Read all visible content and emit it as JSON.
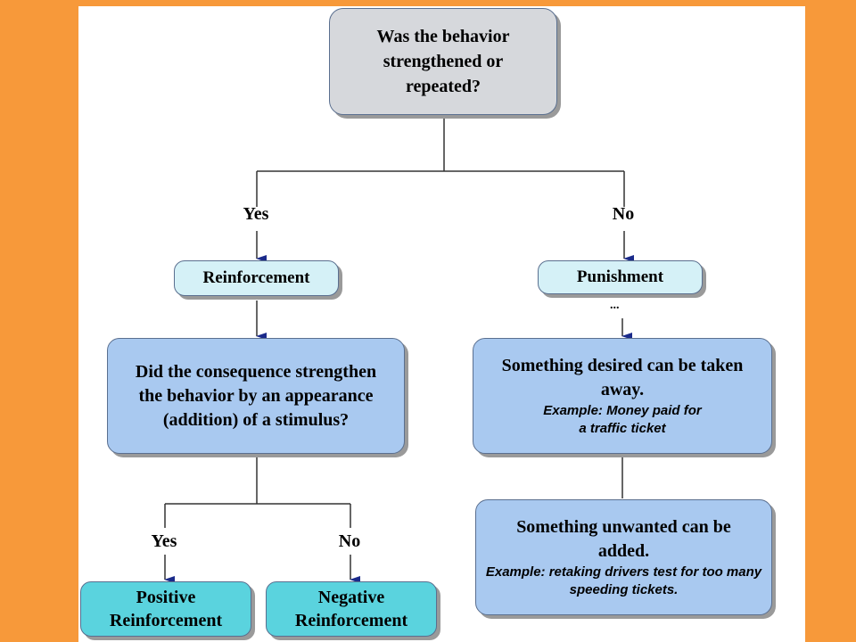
{
  "diagram": {
    "root": {
      "text": "Was the behavior strengthened or repeated?"
    },
    "yes_label": "Yes",
    "no_label": "No",
    "reinforcement": {
      "text": "Reinforcement"
    },
    "punishment": {
      "text": "Punishment"
    },
    "question": {
      "text": "Did the consequence strengthen the behavior by an appearance (addition) of a stimulus?"
    },
    "desired": {
      "title": "Something desired can be taken away.",
      "example": "Example: Money paid for a traffic ticket"
    },
    "unwanted": {
      "title": "Something unwanted can be added.",
      "example": "Example: retaking drivers test for too many speeding tickets."
    },
    "yes_label_2": "Yes",
    "no_label_2": "No",
    "positive": {
      "text": "Positive Reinforcement"
    },
    "negative": {
      "text": "Negative Reinforcement"
    },
    "ellipsis": "..."
  },
  "colors": {
    "background": "#F7993A",
    "canvas": "#FFFFFF",
    "grey_box": "#D6D8DC",
    "blue_box": "#A9C9F0",
    "light_pill": "#D5F1F7",
    "teal_box": "#5AD3DE",
    "arrow": "#1A2A8A"
  }
}
